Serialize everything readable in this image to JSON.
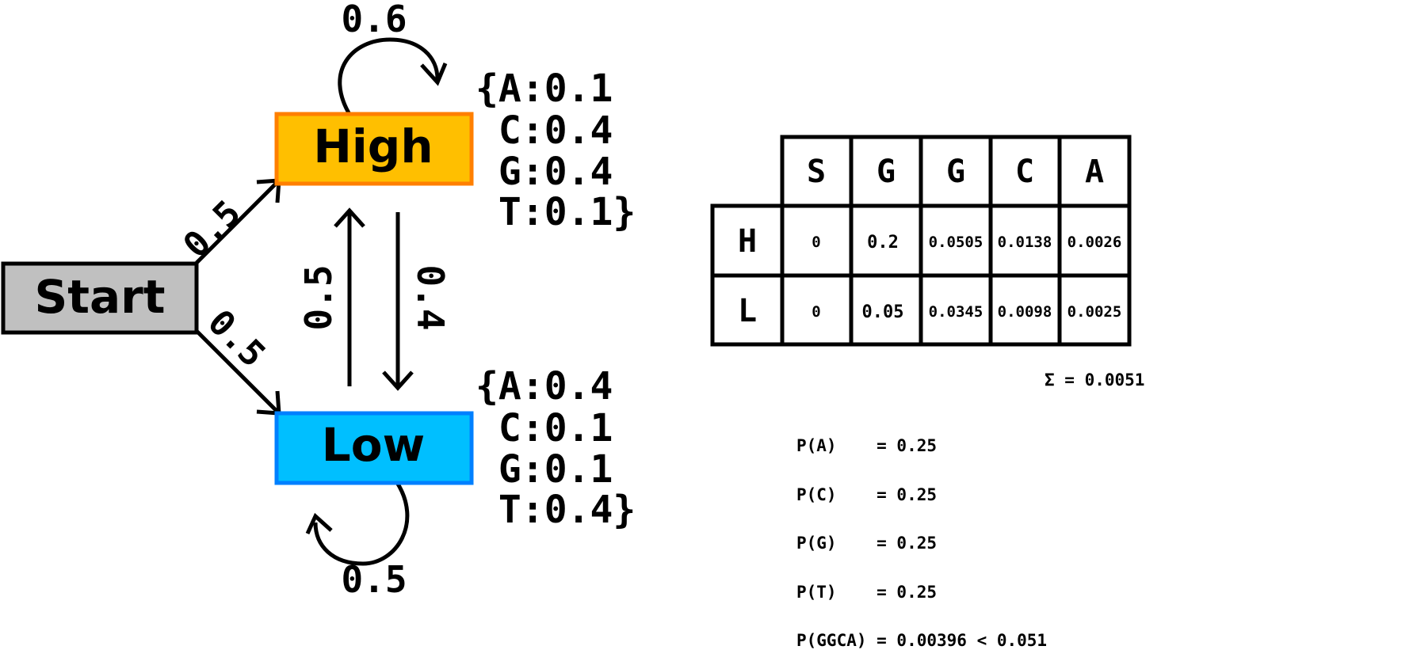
{
  "nodes": {
    "start": "Start",
    "high": "High",
    "low": "Low"
  },
  "colors": {
    "start_fill": "#c0c0c0",
    "high_fill": "#ffbf00",
    "high_border": "#ff7f00",
    "low_fill": "#00bfff",
    "low_border": "#0080ff"
  },
  "transitions": {
    "start_to_high": "0.5",
    "start_to_low": "0.5",
    "high_self": "0.6",
    "low_self": "0.5",
    "low_to_high": "0.5",
    "high_to_low": "0.4"
  },
  "emissions": {
    "high": [
      "{A:0.1",
      " C:0.4",
      " G:0.4",
      " T:0.1}"
    ],
    "low": [
      "{A:0.4",
      " C:0.1",
      " G:0.1",
      " T:0.4}"
    ]
  },
  "trellis": {
    "columns": [
      "S",
      "G",
      "G",
      "C",
      "A"
    ],
    "rows": [
      {
        "label": "H",
        "values": [
          "0",
          "0.2",
          "0.0505",
          "0.0138",
          "0.0026"
        ]
      },
      {
        "label": "L",
        "values": [
          "0",
          "0.05",
          "0.0345",
          "0.0098",
          "0.0025"
        ]
      }
    ],
    "sum": "Σ = 0.0051"
  },
  "probabilities": [
    "P(A)    = 0.25",
    "P(C)    = 0.25",
    "P(G)    = 0.25",
    "P(T)    = 0.25",
    "P(GGCA) = 0.00396 < 0.051"
  ]
}
